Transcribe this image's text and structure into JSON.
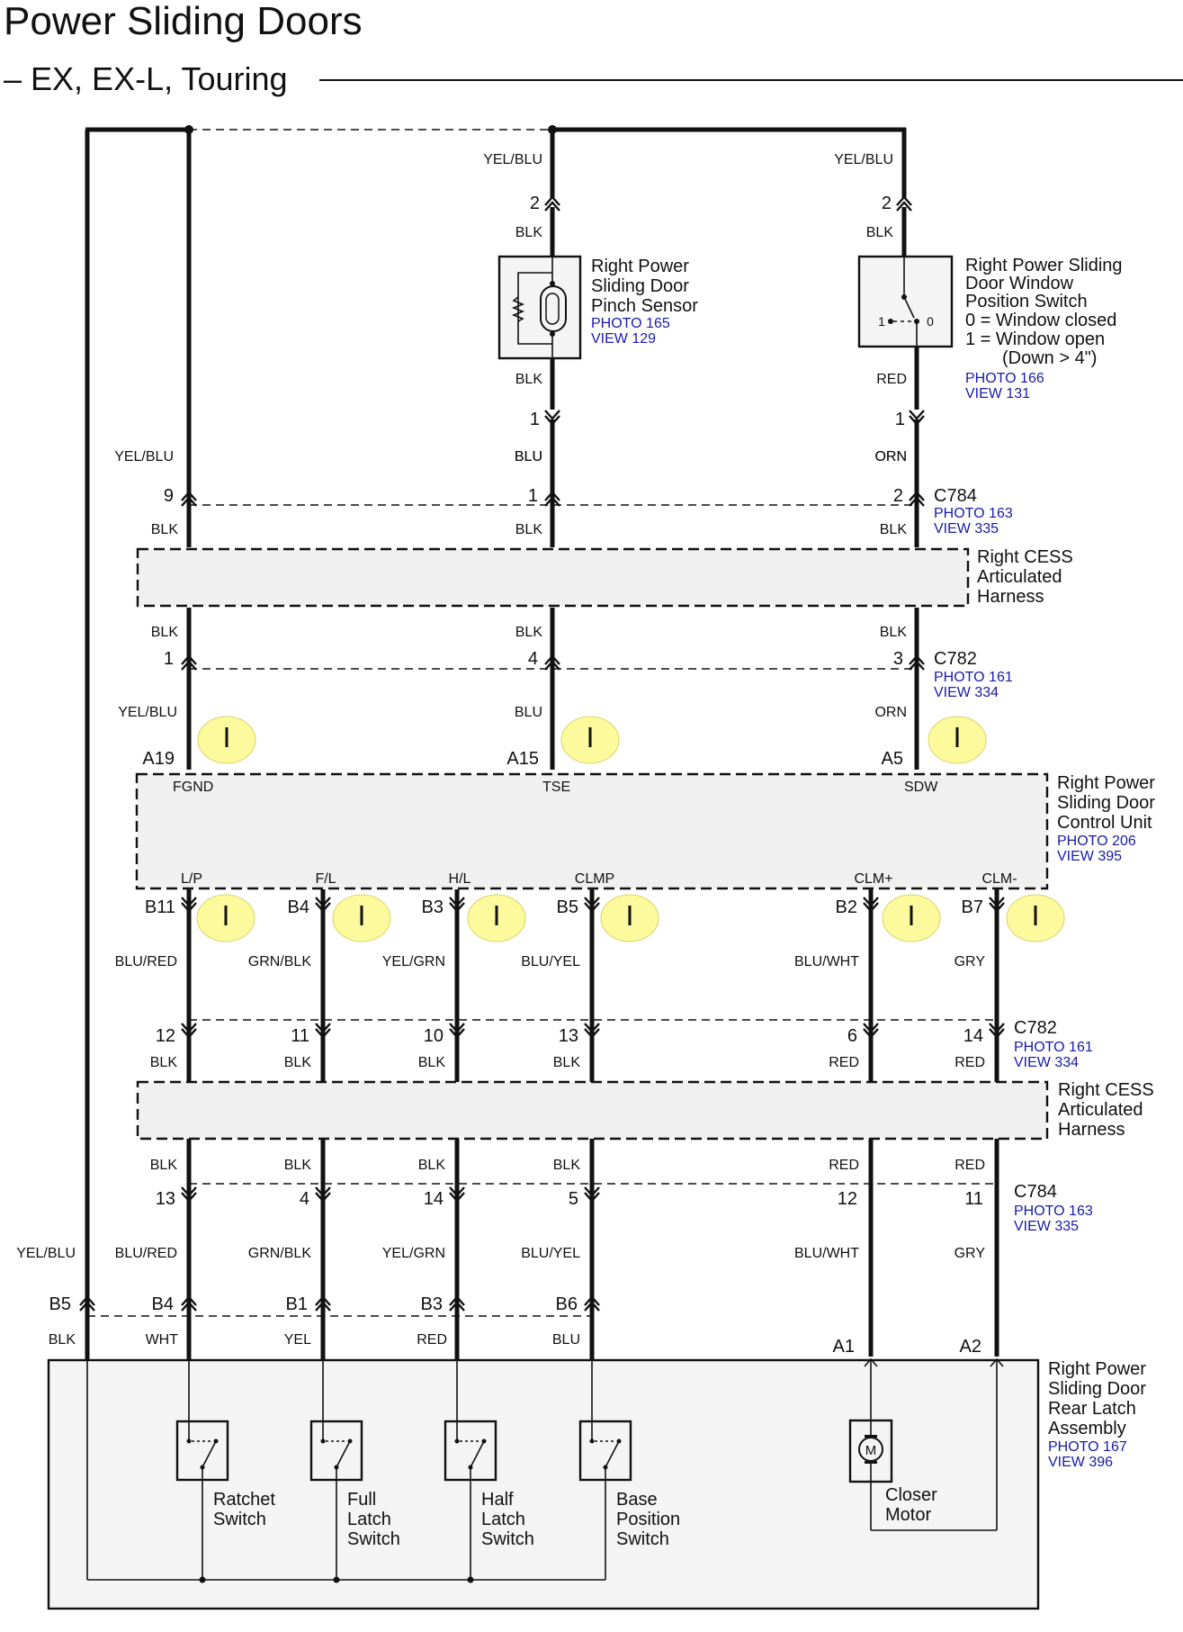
{
  "page": {
    "title": "Power Sliding Doors",
    "subtitle": "– EX, EX-L, Touring"
  },
  "pinch_sensor": {
    "name_lines": [
      "Right Power",
      "Sliding Door",
      "Pinch Sensor"
    ],
    "photo": "PHOTO 165",
    "view": "VIEW 129",
    "top_wire": "YEL/BLU",
    "top_pin": "2",
    "top_color": "BLK",
    "bottom_color": "BLK",
    "bottom_pin": "1",
    "bottom_wire": "BLU"
  },
  "window_switch": {
    "name_lines": [
      "Right Power Sliding",
      "Door Window",
      "Position Switch",
      "0 = Window closed",
      "1 = Window open",
      "(Down > 4\")"
    ],
    "photo": "PHOTO 166",
    "view": "VIEW 131",
    "top_wire": "YEL/BLU",
    "top_pin": "2",
    "top_color": "BLK",
    "bottom_color": "RED",
    "bottom_pin": "1",
    "bottom_wire": "ORN",
    "pos1": "1",
    "pos0": "0"
  },
  "c784_top": {
    "name": "C784",
    "photo": "PHOTO 163",
    "view": "VIEW 335",
    "pins": [
      "9",
      "1",
      "2"
    ],
    "wires_above": [
      "YEL/BLU",
      "BLU",
      "ORN"
    ],
    "colors_below": [
      "BLK",
      "BLK",
      "BLK"
    ]
  },
  "harness_top": {
    "name_lines": [
      "Right CESS",
      "Articulated",
      "Harness"
    ]
  },
  "c782_top": {
    "name": "C782",
    "photo": "PHOTO 161",
    "view": "VIEW 334",
    "pins": [
      "1",
      "4",
      "3"
    ],
    "colors_above": [
      "BLK",
      "BLK",
      "BLK"
    ],
    "wires_below": [
      "YEL/BLU",
      "BLU",
      "ORN"
    ]
  },
  "control_unit": {
    "name_lines": [
      "Right Power",
      "Sliding Door",
      "Control Unit"
    ],
    "photo": "PHOTO 206",
    "view": "VIEW 395",
    "a_pins": [
      "A19",
      "A15",
      "A5"
    ],
    "a_terminals": [
      "FGND",
      "TSE",
      "SDW"
    ],
    "b_terminals": [
      "L/P",
      "F/L",
      "H/L",
      "CLMP",
      "CLM+",
      "CLM-"
    ],
    "b_pins": [
      "B11",
      "B4",
      "B3",
      "B5",
      "B2",
      "B7"
    ],
    "b_wires": [
      "BLU/RED",
      "GRN/BLK",
      "YEL/GRN",
      "BLU/YEL",
      "BLU/WHT",
      "GRY"
    ]
  },
  "c782_bottom": {
    "name": "C782",
    "photo": "PHOTO 161",
    "view": "VIEW 334",
    "pins": [
      "12",
      "11",
      "10",
      "13",
      "6",
      "14"
    ],
    "colors_below": [
      "BLK",
      "BLK",
      "BLK",
      "BLK",
      "RED",
      "RED"
    ]
  },
  "harness_bottom": {
    "name_lines": [
      "Right CESS",
      "Articulated",
      "Harness"
    ]
  },
  "c784_bottom": {
    "name": "C784",
    "photo": "PHOTO 163",
    "view": "VIEW 335",
    "colors_above": [
      "BLK",
      "BLK",
      "BLK",
      "BLK",
      "RED",
      "RED"
    ],
    "pins": [
      "13",
      "4",
      "14",
      "5",
      "12",
      "11"
    ],
    "wires_below": [
      "BLU/RED",
      "GRN/BLK",
      "YEL/GRN",
      "BLU/YEL",
      "BLU/WHT",
      "GRY"
    ]
  },
  "latch": {
    "left_wire": "YEL/BLU",
    "left_pin": "B5",
    "left_color": "BLK",
    "pins": [
      "B4",
      "B1",
      "B3",
      "B6",
      "A1",
      "A2"
    ],
    "colors": [
      "WHT",
      "YEL",
      "RED",
      "BLU"
    ],
    "name_lines": [
      "Right Power",
      "Sliding Door",
      "Rear Latch",
      "Assembly"
    ],
    "photo": "PHOTO 167",
    "view": "VIEW 396",
    "switches": [
      [
        "Ratchet",
        "Switch"
      ],
      [
        "Full",
        "Latch",
        "Switch"
      ],
      [
        "Half",
        "Latch",
        "Switch"
      ],
      [
        "Base",
        "Position",
        "Switch"
      ]
    ],
    "motor_label": [
      "Closer",
      "Motor"
    ],
    "motor_symbol": "M"
  },
  "colors": {
    "ground_marker": "#fdfa9e",
    "label_blue": "#1a1aa8"
  }
}
